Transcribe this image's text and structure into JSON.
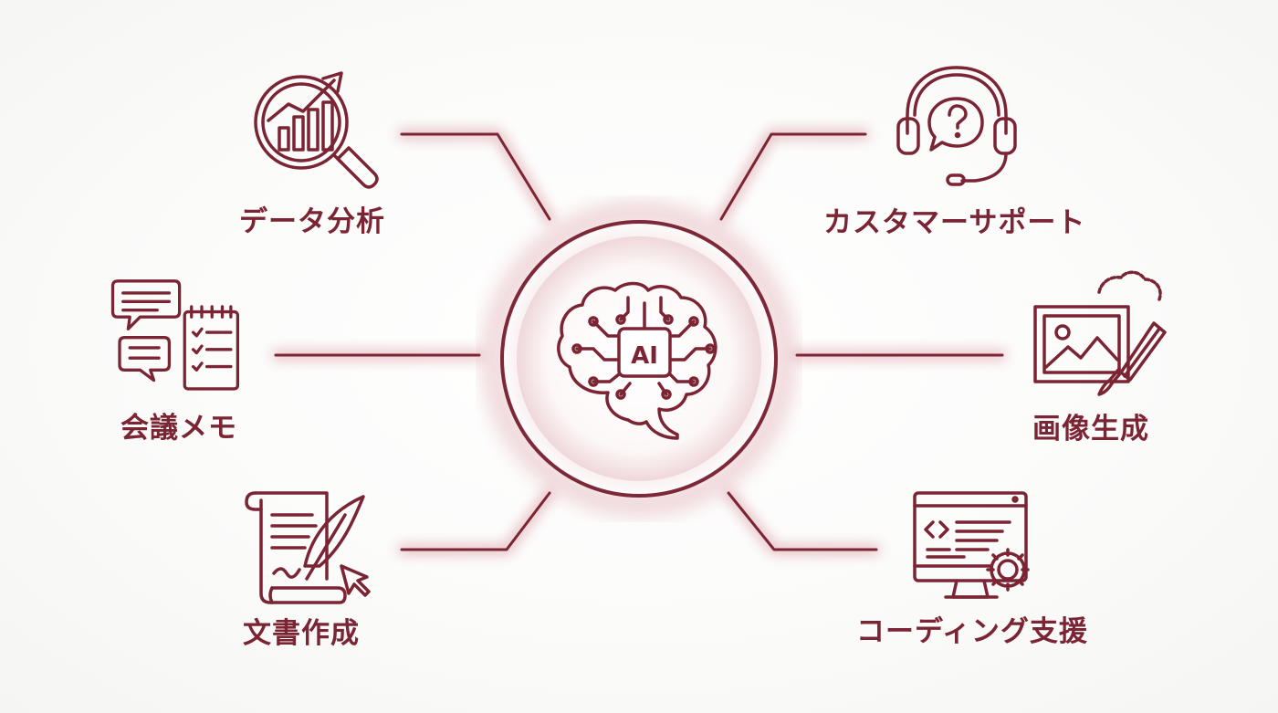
{
  "hub": {
    "chip_text": "AI",
    "icon": "brain-circuit-icon"
  },
  "nodes": [
    {
      "id": "data-analysis",
      "label": "データ分析",
      "icon": "magnifier-chart-icon"
    },
    {
      "id": "customer-support",
      "label": "カスタマーサポート",
      "icon": "headset-question-icon"
    },
    {
      "id": "meeting-notes",
      "label": "会議メモ",
      "icon": "chat-checklist-icon"
    },
    {
      "id": "image-generation",
      "label": "画像生成",
      "icon": "picture-brush-icon"
    },
    {
      "id": "document-creation",
      "label": "文書作成",
      "icon": "scroll-quill-icon"
    },
    {
      "id": "coding-support",
      "label": "コーディング支援",
      "icon": "monitor-code-gear-icon"
    }
  ],
  "colors": {
    "accent": "#7a2434",
    "glow": "#c0505f",
    "background": "#fbfbfa"
  }
}
